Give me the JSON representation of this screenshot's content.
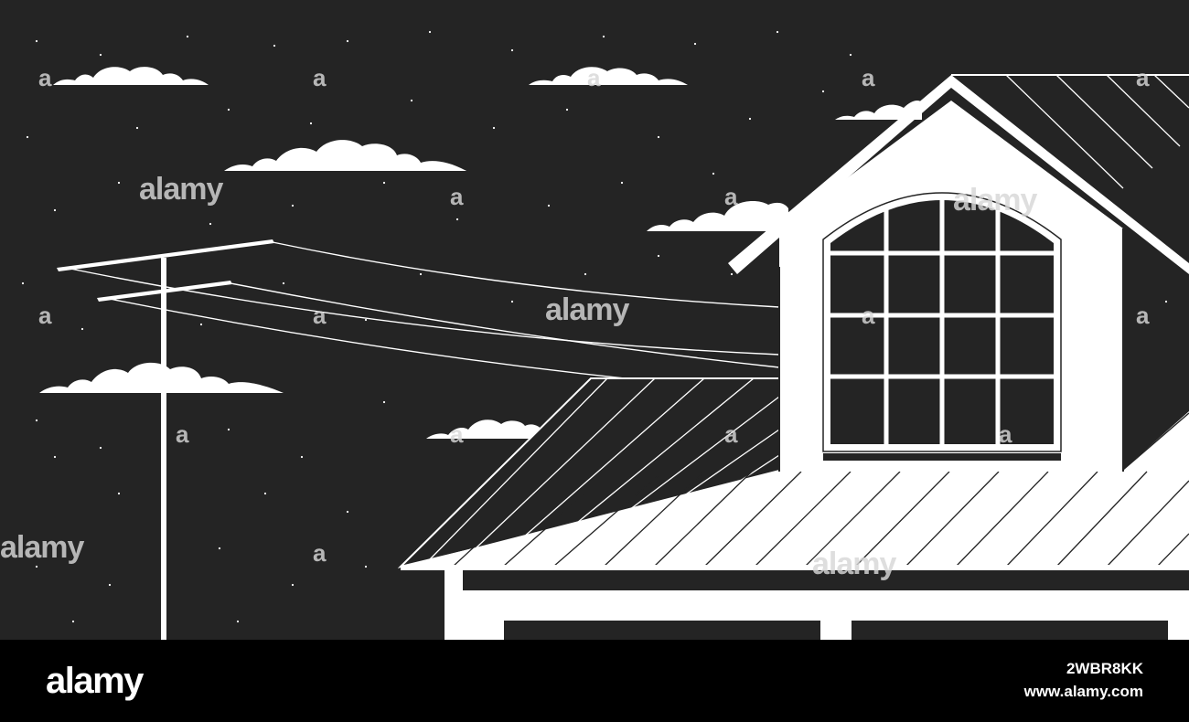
{
  "scene": {
    "sky_color": "#242424",
    "line_color": "#ffffff",
    "elements": [
      "night-sky",
      "stars",
      "clouds",
      "utility-pole",
      "power-lines",
      "house-roof",
      "dormer",
      "arched-window",
      "garage"
    ]
  },
  "watermark": {
    "logo_text": "alamy",
    "letter": "a"
  },
  "footer": {
    "logo": "alamy",
    "image_id": "2WBR8KK",
    "url": "www.alamy.com"
  }
}
